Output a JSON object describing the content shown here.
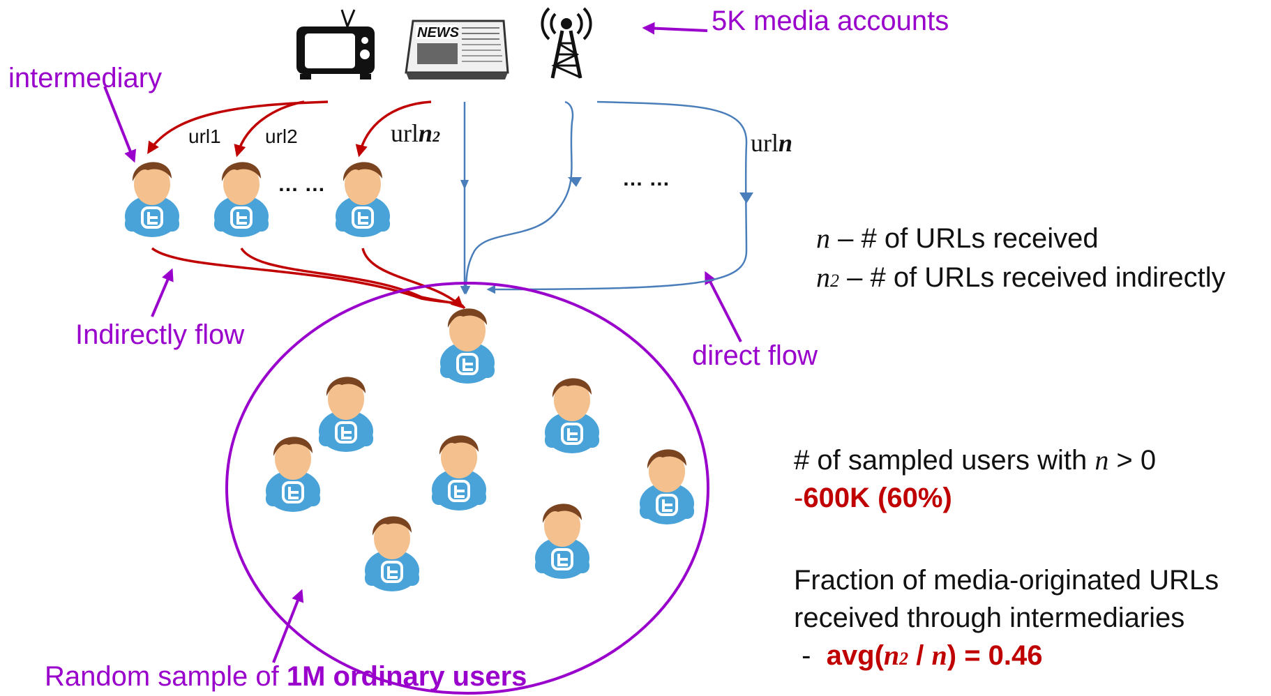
{
  "media": {
    "label": "5K media accounts",
    "icons": [
      "tv-icon",
      "newspaper-icon",
      "broadcast-tower-icon"
    ],
    "news_text": "NEWS"
  },
  "labels": {
    "intermediary": "intermediary",
    "indirect_flow": "Indirectly flow",
    "direct_flow": "direct flow",
    "sample_prefix": "Random sample of ",
    "sample_bold": "1M ordinary users"
  },
  "urls": {
    "url1": "url1",
    "url2": "url2",
    "urln2_base": "url",
    "urln2_var": "n",
    "urln2_sub": "2",
    "urln_base": "url",
    "urln_var": "n"
  },
  "ellipses": {
    "intermediaries": "… …",
    "direct": "… …"
  },
  "legend": {
    "n_var": "n",
    "n_text": " – # of URLs received",
    "n2_var": "n",
    "n2_sub": "2",
    "n2_text": " –  # of URLs received indirectly"
  },
  "stats": {
    "sampled_prefix": "# of sampled users with ",
    "sampled_var": "n",
    "sampled_suffix": " > 0",
    "sampled_dash": "-",
    "sampled_value": "600K  (60%)",
    "fraction_line1": "Fraction of media-originated URLs",
    "fraction_line2": "received through intermediaries",
    "avg_dash": " -  ",
    "avg_open": "avg(",
    "avg_n2_var": "n",
    "avg_n2_sub": "2",
    "avg_mid": " / ",
    "avg_n_var": "n",
    "avg_close": ") = 0.46"
  },
  "colors": {
    "purple": "#9900cc",
    "red": "#c00000",
    "blue": "#4a7ebb",
    "user_shirt": "#4aa3d8",
    "user_hair": "#7a4420",
    "user_skin": "#f3c08e"
  }
}
